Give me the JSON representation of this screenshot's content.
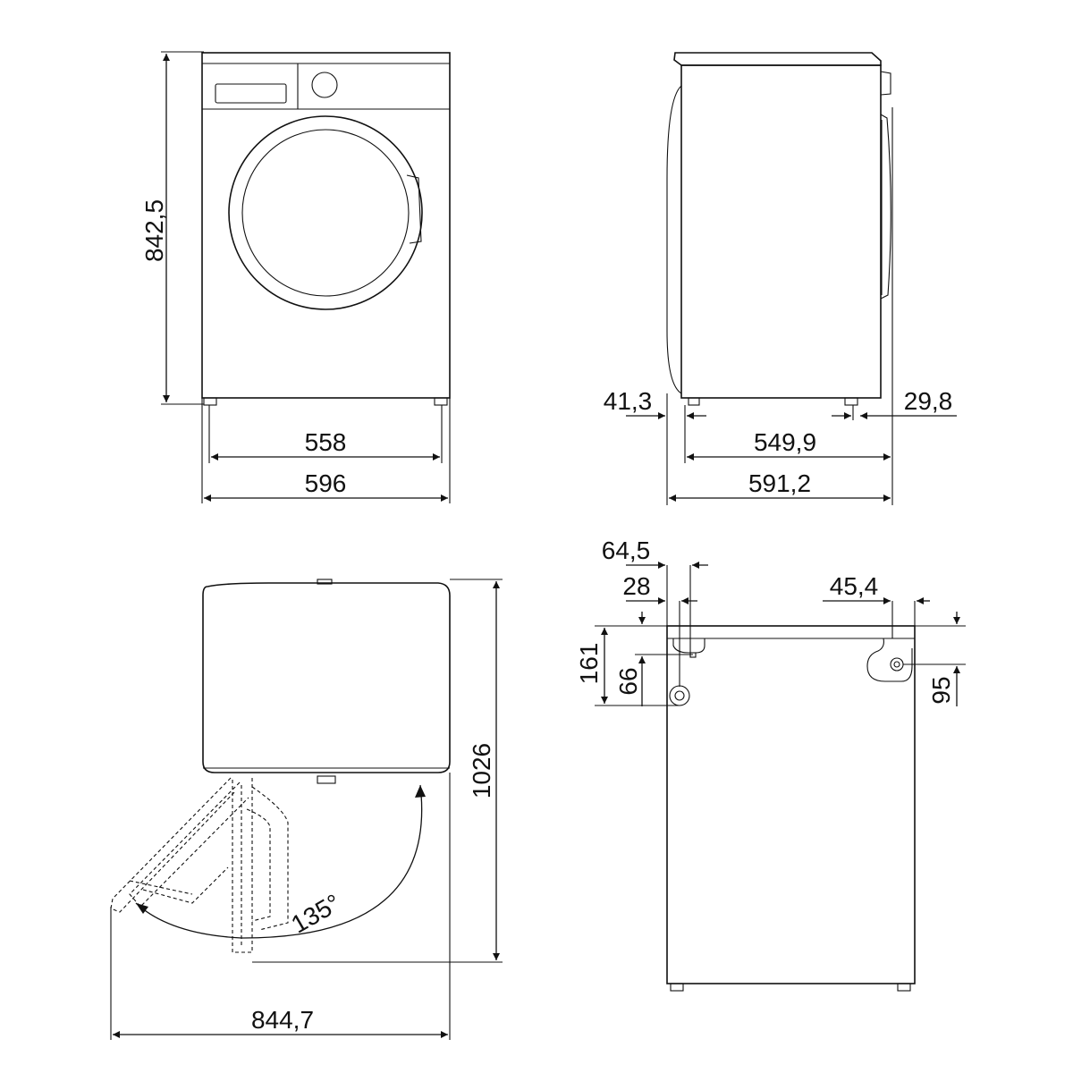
{
  "front_view": {
    "height": "842,5",
    "feet_width": "558",
    "overall_width": "596"
  },
  "side_view": {
    "front_offset": "41,3",
    "rear_offset": "29,8",
    "feet_depth": "549,9",
    "overall_depth": "591,2"
  },
  "top_view": {
    "depth_door_open": "1026",
    "width_door_open": "844,7",
    "door_angle": "135°"
  },
  "rear_view": {
    "dim_64_5": "64,5",
    "dim_28": "28",
    "dim_45_4": "45,4",
    "dim_161": "161",
    "dim_66": "66",
    "dim_95": "95"
  }
}
